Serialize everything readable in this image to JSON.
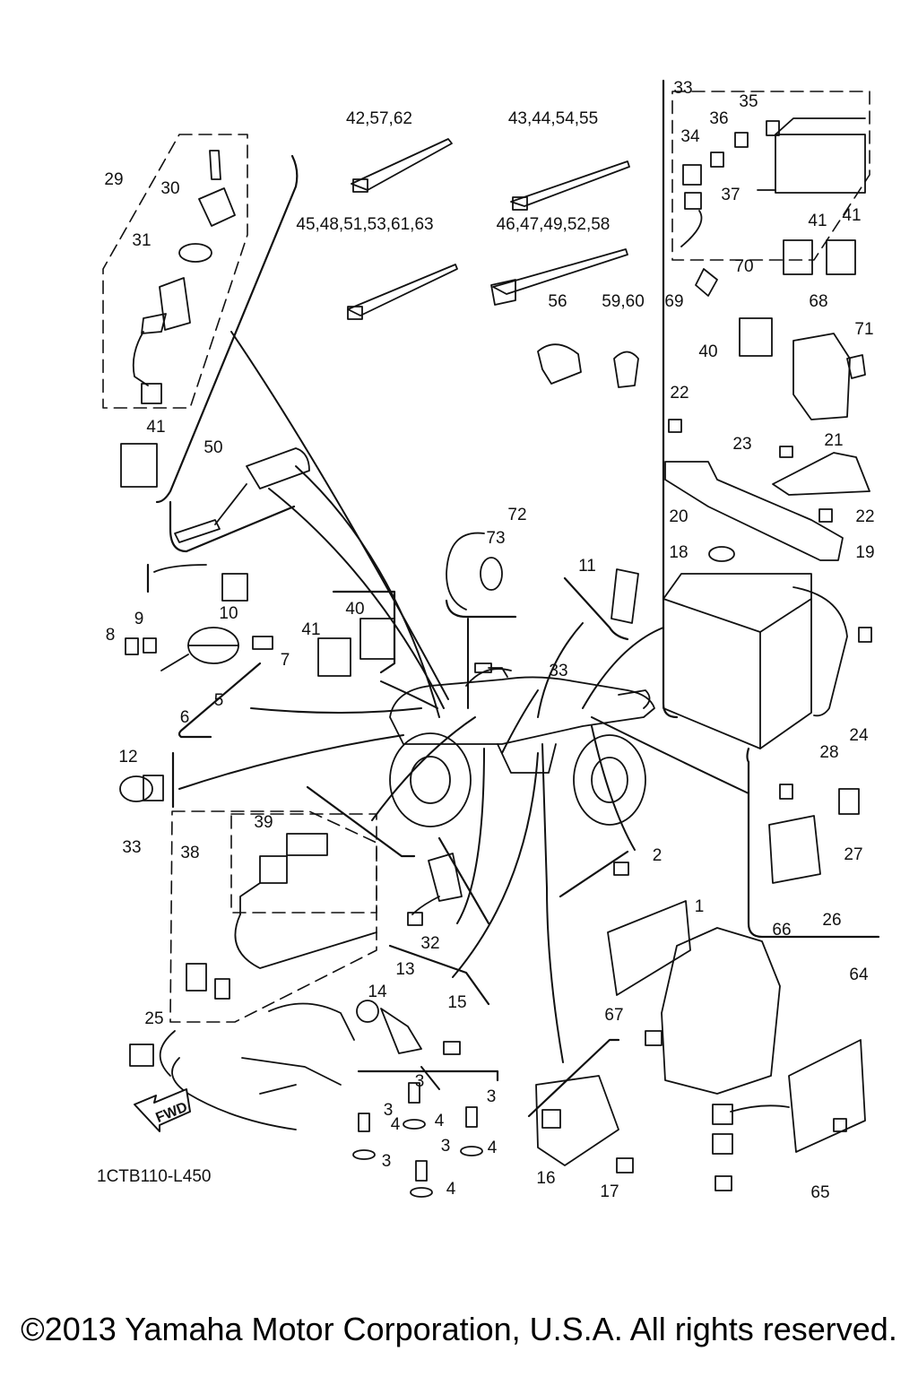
{
  "diagram": {
    "code": "1CTB110-L450",
    "fwd_label": "FWD",
    "callouts": [
      "1",
      "2",
      "3",
      "3",
      "3",
      "3",
      "3",
      "4",
      "4",
      "4",
      "4",
      "5",
      "6",
      "7",
      "8",
      "9",
      "10",
      "11",
      "12",
      "13",
      "14",
      "15",
      "16",
      "17",
      "18",
      "19",
      "20",
      "21",
      "22",
      "22",
      "23",
      "24",
      "25",
      "26",
      "27",
      "28",
      "29",
      "30",
      "31",
      "32",
      "33",
      "33",
      "33",
      "34",
      "35",
      "36",
      "37",
      "38",
      "39",
      "40",
      "40",
      "41",
      "41",
      "41",
      "41",
      "50",
      "56",
      "59,60",
      "64",
      "65",
      "66",
      "67",
      "68",
      "69",
      "70",
      "71",
      "72",
      "73",
      "42,57,62",
      "43,44,54,55",
      "45,48,51,53,61,63",
      "46,47,49,52,58"
    ]
  },
  "copyright": "©2013 Yamaha Motor Corporation, U.S.A. All rights reserved."
}
